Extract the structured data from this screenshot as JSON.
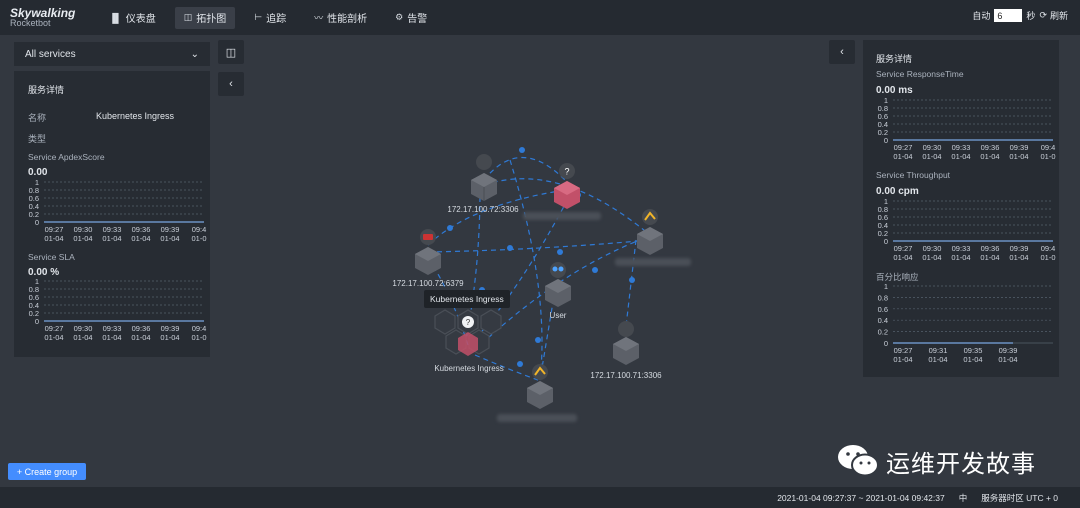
{
  "app": {
    "logo_line1": "Skywalking",
    "logo_line2": "Rocketbot"
  },
  "nav": [
    {
      "icon": "bar-chart-icon",
      "glyph": "▐▌",
      "label": "仪表盘"
    },
    {
      "icon": "topology-icon",
      "glyph": "◫",
      "label": "拓扑图",
      "active": true
    },
    {
      "icon": "trace-icon",
      "glyph": "⊢",
      "label": "追踪"
    },
    {
      "icon": "performance-icon",
      "glyph": "〰",
      "label": "性能剖析"
    },
    {
      "icon": "alarm-icon",
      "glyph": "⚙",
      "label": "告警"
    }
  ],
  "topright": {
    "auto_label": "自动",
    "interval": "6",
    "unit": "秒",
    "refresh_label": "刷新"
  },
  "service_select": {
    "value": "All services"
  },
  "left_panel": {
    "title": "服务详情",
    "name_label": "名称",
    "name_value": "Kubernetes Ingress",
    "type_label": "类型",
    "metrics": [
      {
        "title": "Service ApdexScore",
        "value": "0.00"
      },
      {
        "title": "Service SLA",
        "value": "0.00 %"
      }
    ],
    "yticks": [
      "1",
      "0.8",
      "0.6",
      "0.4",
      "0.2",
      "0"
    ],
    "xticks": [
      [
        "09:27",
        "01-04"
      ],
      [
        "09:30",
        "01-04"
      ],
      [
        "09:33",
        "01-04"
      ],
      [
        "09:36",
        "01-04"
      ],
      [
        "09:39",
        "01-04"
      ],
      [
        "09:4",
        "01-0"
      ]
    ]
  },
  "right_panel": {
    "title": "服务详情",
    "metrics": [
      {
        "title": "Service ResponseTime",
        "value": "0.00 ms"
      },
      {
        "title": "Service Throughput",
        "value": "0.00 cpm"
      },
      {
        "title": "百分比响应",
        "value": ""
      }
    ],
    "yticks": [
      "1",
      "0.8",
      "0.6",
      "0.4",
      "0.2",
      "0"
    ],
    "xticks": [
      [
        "09:27",
        "01-04"
      ],
      [
        "09:30",
        "01-04"
      ],
      [
        "09:33",
        "01-04"
      ],
      [
        "09:36",
        "01-04"
      ],
      [
        "09:39",
        "01-04"
      ],
      [
        "09:4",
        "01-0"
      ]
    ],
    "xticks_percentile": [
      [
        "09:27",
        "01-04"
      ],
      [
        "09:31",
        "01-04"
      ],
      [
        "09:35",
        "01-04"
      ],
      [
        "09:39",
        "01-04"
      ]
    ]
  },
  "topology": {
    "nodes": [
      {
        "label": "172.17.100.72:3306",
        "icon": "mysql-icon",
        "color": "#5c6068"
      },
      {
        "label": "",
        "icon": "unknown-icon",
        "color": "#c25069"
      },
      {
        "label": "",
        "icon": "spring-icon",
        "color": "#5c6068"
      },
      {
        "label": "172.17.100.72:6379",
        "icon": "redis-icon",
        "color": "#5c6068"
      },
      {
        "label": "User",
        "icon": "user-icon",
        "color": "#5c6068"
      },
      {
        "label": "Kubernetes Ingress",
        "icon": "ingress-icon",
        "color": "#c25069"
      },
      {
        "label": "172.17.100.71:3306",
        "icon": "mysql-icon",
        "color": "#5c6068"
      },
      {
        "label": "",
        "icon": "spring-icon",
        "color": "#5c6068"
      }
    ],
    "tooltip": "Kubernetes Ingress"
  },
  "create_group": "+ Create group",
  "watermark": "运维开发故事",
  "footer": {
    "time_range": "2021-01-04 09:27:37 ~ 2021-01-04 09:42:37",
    "lang": "中",
    "timezone": "服务器时区 UTC + 0"
  }
}
